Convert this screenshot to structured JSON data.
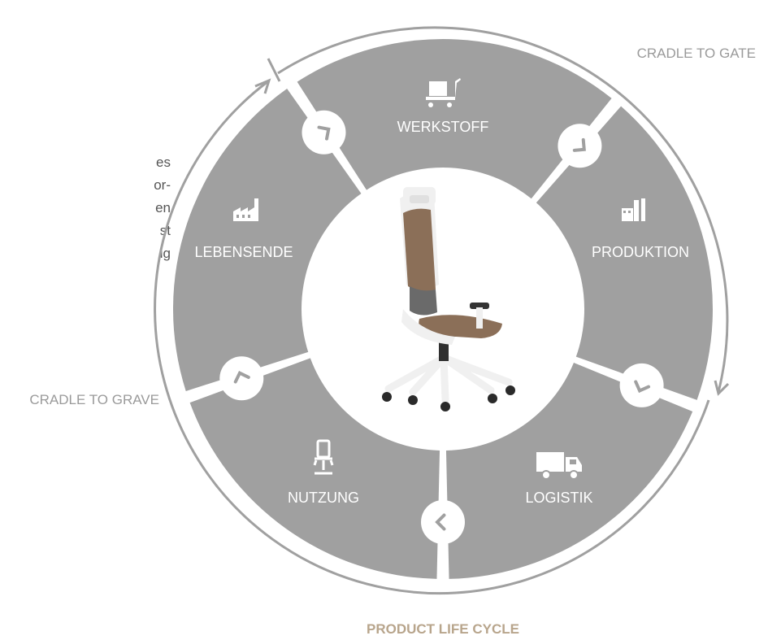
{
  "side_text_fragments": [
    "es",
    "or-",
    "en",
    "st",
    "ig"
  ],
  "labels": {
    "cradle_to_gate": "CRADLE TO GATE",
    "cradle_to_grave": "CRADLE TO GRAVE",
    "title": "PRODUCT LIFE CYCLE"
  },
  "segments": [
    {
      "label": "WERKSTOFF",
      "icon": "cart-icon"
    },
    {
      "label": "PRODUKTION",
      "icon": "factory-icon"
    },
    {
      "label": "LOGISTIK",
      "icon": "truck-icon"
    },
    {
      "label": "NUTZUNG",
      "icon": "office-chair-icon"
    },
    {
      "label": "LEBENSENDE",
      "icon": "factory-icon"
    }
  ],
  "colors": {
    "ring": "#a0a0a0",
    "arrow": "#a0a0a0",
    "label_text": "#ffffff",
    "outer_text": "#9a9a9a",
    "title": "#b8a58c",
    "chair_fabric": "#8b6f58",
    "chair_frame": "#f2f2f2"
  }
}
